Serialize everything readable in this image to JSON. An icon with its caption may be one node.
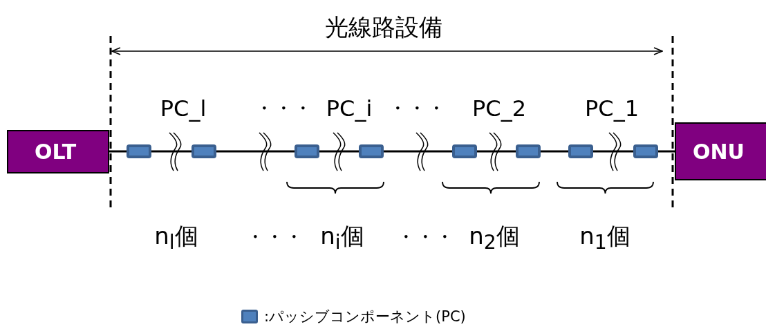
{
  "diagram": {
    "nodes": [
      {
        "text": [
          "OLT"
        ]
      },
      {
        "text": [],
        "shape": "box"
      },
      {
        "text": [],
        "shape": "box"
      },
      {
        "text": [],
        "shape": "box"
      },
      {
        "text": [],
        "shape": "box"
      },
      {
        "text": [],
        "shape": "box"
      },
      {
        "text": [],
        "shape": "box"
      },
      {
        "text": [],
        "shape": "box"
      },
      {
        "text": [],
        "shape": "box"
      },
      {
        "text": [
          "ONU"
        ]
      }
    ],
    "edges": [
      {
        "from": 0,
        "to": 1,
        "arrow": "none"
      },
      {
        "from": 1,
        "to": 2,
        "arrow": "none"
      },
      {
        "from": 2,
        "to": 3,
        "arrow": "none"
      },
      {
        "from": 3,
        "to": 4,
        "arrow": "none"
      },
      {
        "from": 4,
        "to": 5,
        "arrow": "none"
      },
      {
        "from": 5,
        "to": 6,
        "arrow": "none"
      },
      {
        "from": 6,
        "to": 7,
        "arrow": "none"
      },
      {
        "from": 7,
        "to": 8,
        "arrow": "none"
      },
      {
        "from": 8,
        "to": 9,
        "arrow": "none"
      }
    ],
    "labels": [
      "光線路設備",
      "PC_l",
      "・・・",
      "PC_i",
      "・・・",
      "PC_2",
      "PC_1",
      "n$_{l}$個",
      "・・・",
      "n$_{i}$個",
      "・・・",
      "n$_{2}$個",
      "n$_{1}$個"
    ],
    "legend": [
      {
        "text": ":パッシブコンポーネント(PC)",
        "color": "#4f81bd"
      }
    ]
  }
}
